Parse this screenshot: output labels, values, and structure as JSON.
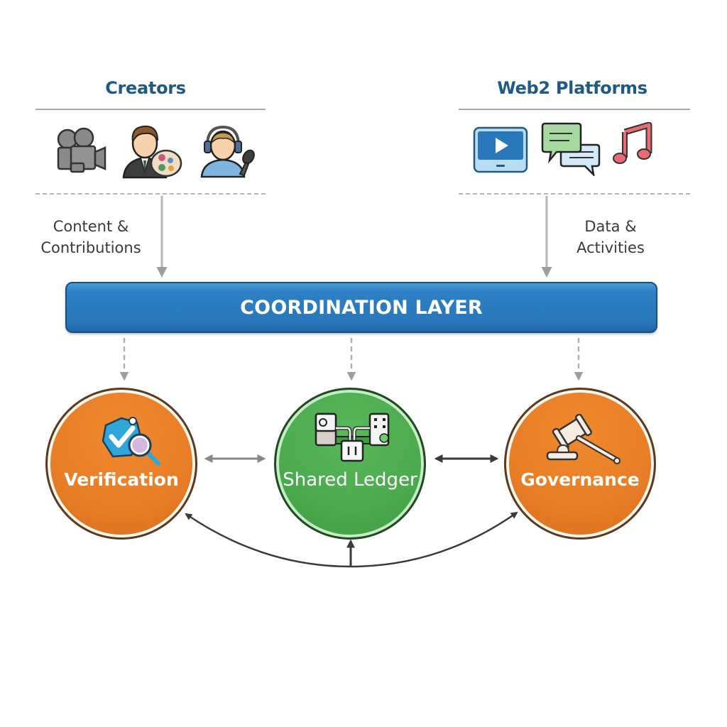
{
  "groups": {
    "creators": {
      "title": "Creators",
      "icons": [
        "film-camera-icon",
        "artist-with-palette-icon",
        "podcaster-headset-icon"
      ],
      "flow_label_line1": "Content &",
      "flow_label_line2": "Contributions"
    },
    "web2": {
      "title": "Web2 Platforms",
      "icons": [
        "video-player-icon",
        "chat-bubbles-icon",
        "music-note-icon"
      ],
      "flow_label_line1": "Data &",
      "flow_label_line2": "Activities"
    }
  },
  "coordination_layer": {
    "label": "COORDINATION LAYER",
    "color": "#2a7bbd"
  },
  "nodes": [
    {
      "id": "verification",
      "label": "Verification",
      "icon": "verified-shield-magnifier-icon",
      "color": "#e77d26"
    },
    {
      "id": "shared-ledger",
      "label": "Shared Ledger",
      "icon": "ledger-network-icon",
      "color": "#4aaa4d"
    },
    {
      "id": "governance",
      "label": "Governance",
      "icon": "gavel-icon",
      "color": "#e77d26"
    }
  ],
  "connections": [
    {
      "from": "creators",
      "to": "coordination_layer",
      "style": "solid-gray",
      "label": "Content & Contributions"
    },
    {
      "from": "web2",
      "to": "coordination_layer",
      "style": "solid-gray",
      "label": "Data & Activities"
    },
    {
      "from": "coordination_layer",
      "to": "verification",
      "style": "dashed"
    },
    {
      "from": "coordination_layer",
      "to": "shared-ledger",
      "style": "dashed"
    },
    {
      "from": "coordination_layer",
      "to": "governance",
      "style": "dashed"
    },
    {
      "from": "verification",
      "to": "shared-ledger",
      "style": "bidirectional-gray"
    },
    {
      "from": "shared-ledger",
      "to": "governance",
      "style": "bidirectional-dark"
    },
    {
      "from": "hub",
      "to": [
        "verification",
        "shared-ledger",
        "governance"
      ],
      "style": "curved-feedback"
    }
  ]
}
